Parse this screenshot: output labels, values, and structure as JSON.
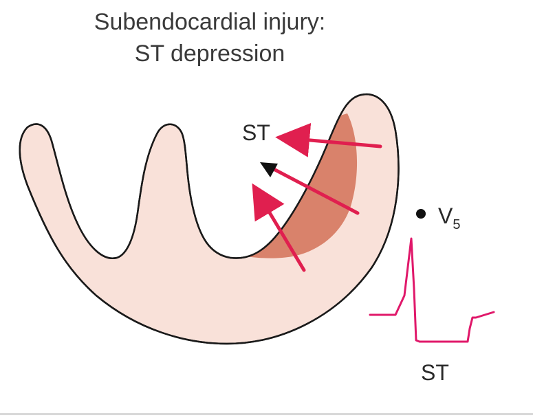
{
  "title": {
    "line1": "Subendocardial injury:",
    "line2": "ST depression"
  },
  "labels": {
    "st_vector": "ST",
    "lead": "V",
    "lead_subscript": "5",
    "st_ecg": "ST"
  },
  "colors": {
    "myocardium_fill": "#f9e1d9",
    "injury_fill": "#d9826b",
    "outline": "#1a1a1a",
    "arrow_red": "#e01f4f",
    "ecg_line": "#e0186a",
    "text": "#2a2a2a"
  }
}
